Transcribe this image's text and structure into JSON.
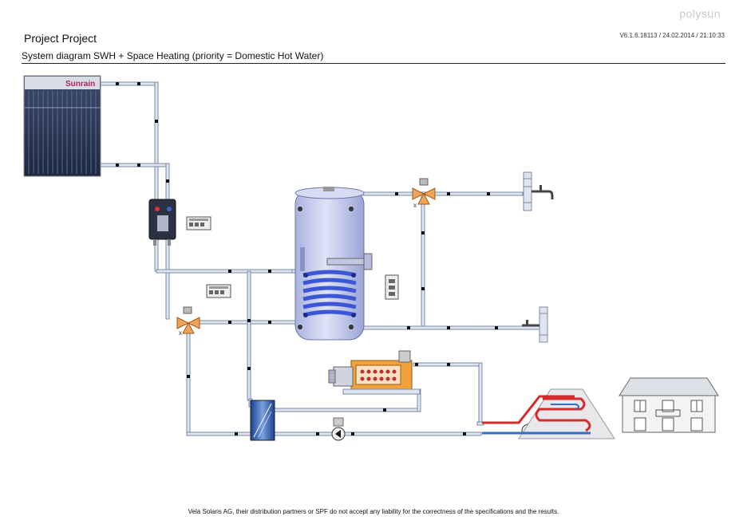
{
  "header": {
    "brand": "polysun",
    "title": "Project Project",
    "version": "V6.1.6.18113 / 24.02.2014 / 21:10:33",
    "subtitle": "System diagram SWH + Space Heating (priority = Domestic Hot Water)"
  },
  "diagram": {
    "collector_brand": "Sunrain",
    "components": [
      "solar-collector",
      "solar-pump-station",
      "controller",
      "hot-water-storage-tank",
      "tank-controller",
      "mixing-valve-dhw",
      "three-way-valve-heating",
      "boiler",
      "heat-exchanger",
      "circulation-pump",
      "floor-heating-pump",
      "underfloor-heating-loop",
      "building",
      "hot-water-tap",
      "cold-water-tap"
    ],
    "colors": {
      "pipe": "#dfe5f0",
      "pipe_outline": "#7b8aa6",
      "hot_line": "#d42a2a",
      "cold_line": "#2f6fc6",
      "tank": "#b9c2e8",
      "coil": "#3b57d6",
      "boiler": "#f0a23c"
    }
  },
  "footer": {
    "disclaimer": "Vela Solaris AG, their distribution partners or SPF do not accept any liability for the correctness of the specifications and the results."
  }
}
